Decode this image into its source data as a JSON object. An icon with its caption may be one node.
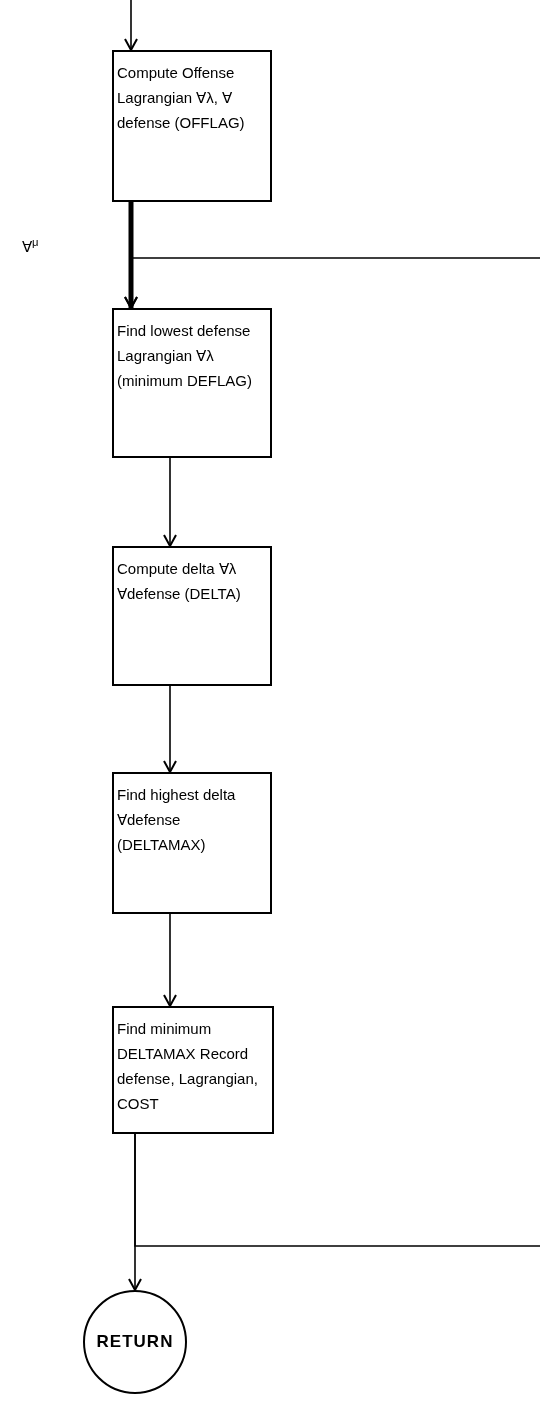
{
  "diagram": {
    "nodes": [
      {
        "text": [
          "Compute Offense Lagrangian ∀λ, ∀ defense (OFFLAG)"
        ]
      },
      {
        "text": [
          "Find lowest defense Lagrangian ∀λ (minimum DEFLAG)"
        ]
      },
      {
        "text": [
          "Compute delta ∀λ ∀defense (DELTA)"
        ]
      },
      {
        "text": [
          "Find highest delta ∀defense (DELTAMAX)"
        ]
      },
      {
        "text": [
          "Find minimum DELTAMAX Record defense, Lagrangian, COST"
        ]
      },
      {
        "text": [
          "RETURN"
        ]
      }
    ],
    "edges": [
      {
        "from": null,
        "to": 0,
        "arrow": "to"
      },
      {
        "from": 0,
        "to": 1,
        "arrow": "to",
        "style": "thick"
      },
      {
        "from": null,
        "to": 1,
        "arrow": "to"
      },
      {
        "from": 1,
        "to": 2,
        "arrow": "to"
      },
      {
        "from": 2,
        "to": 3,
        "arrow": "to"
      },
      {
        "from": 3,
        "to": 4,
        "arrow": "to"
      },
      {
        "from": 4,
        "to": 5,
        "arrow": "to"
      },
      {
        "from": 4,
        "to": null,
        "arrow": "none"
      }
    ],
    "labels": [
      "∀$^{μ}$"
    ]
  }
}
